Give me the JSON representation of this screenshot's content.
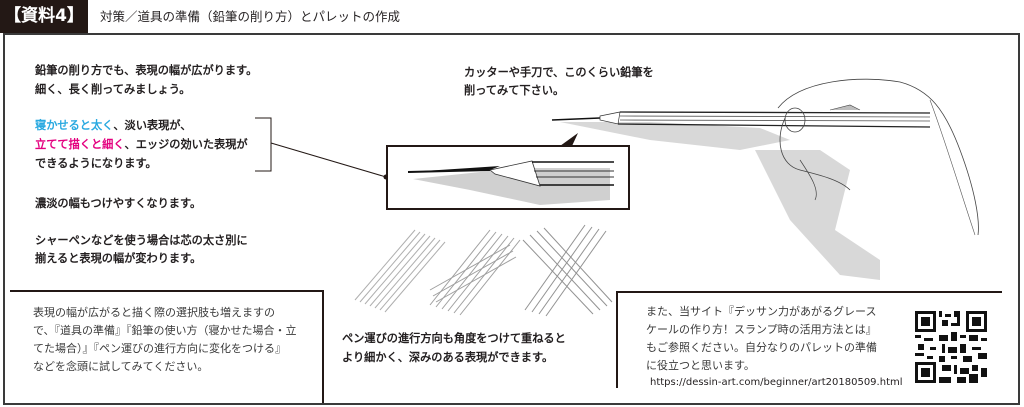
{
  "header": {
    "tag": "【資料4】",
    "title": "対策／道具の準備（鉛筆の削り方）とパレットの作成"
  },
  "left_column": {
    "intro_line1": "鉛筆の削り方でも、表現の幅が広がります。",
    "intro_line2": "細く、長く削ってみましょう。",
    "emphasis": {
      "line1_highlight": "寝かせると太く",
      "line1_rest": "、淡い表現が、",
      "line2_highlight": "立てて描くと細く",
      "line2_rest": "、エッジの効いた表現が",
      "line3": "できるようになります。",
      "highlight1_color": "#29a9e0",
      "highlight2_color": "#e4007f"
    },
    "shade_line": "濃淡の幅もつけやすくなります。",
    "mech_line1": "シャーペンなどを使う場合は芯の太さ別に",
    "mech_line2": "揃えると表現の幅が変わります。"
  },
  "pencil_instruction": {
    "line1": "カッターや手刀で、このくらい鉛筆を",
    "line2": "削ってみて下さい。"
  },
  "hatching_caption": {
    "line1": "ペン運びの進行方向も角度をつけて重ねると",
    "line2": "より細かく、深みのある表現ができます。"
  },
  "bottom_left_box": {
    "lines": [
      "表現の幅が広がると描く際の選択肢も増えますの",
      "で、『道具の準備』『鉛筆の使い方（寝かせた場合・立",
      "てた場合）』『ペン運びの進行方向に変化をつける』",
      "などを念頭に試してみてください。"
    ]
  },
  "bottom_right_box": {
    "lines": [
      "また、当サイト『デッサン力があがるグレース",
      "ケールの作り方！スランプ時の活用方法とは』",
      "もご参照ください。自分なりのパレットの準備",
      "に役立つと思います。"
    ],
    "url": "https://dessin-art.com/beginner/art20180509.html",
    "qr_icon": "qr-code-icon"
  },
  "illustrations": {
    "pencil_zoom": "sharpened-pencil-closeup",
    "hand": "hand-holding-pencil-sketch",
    "hatching": [
      "parallel-hatching",
      "double-hatching",
      "cross-hatching"
    ]
  }
}
